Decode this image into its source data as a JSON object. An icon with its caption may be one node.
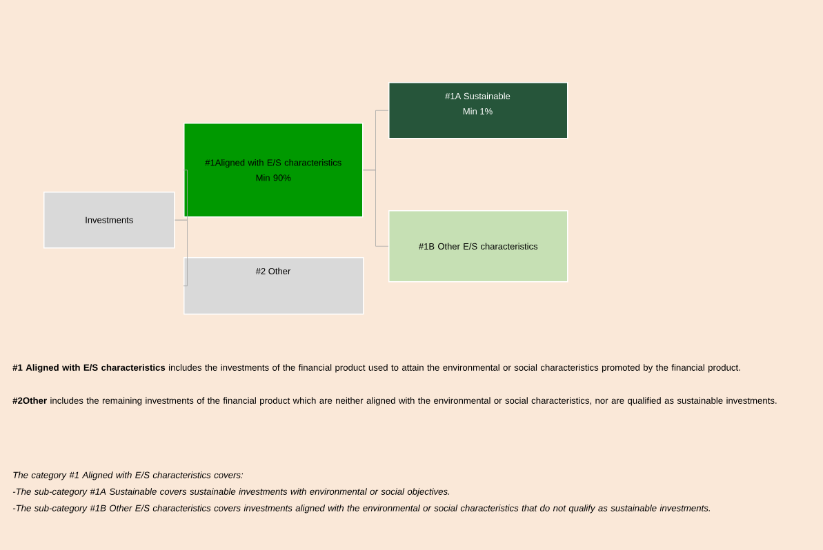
{
  "diagram": {
    "nodes": [
      {
        "text": [
          "Investments"
        ]
      },
      {
        "text": [
          "#1Aligned with E/S characteristics",
          "Min 90%"
        ]
      },
      {
        "text": [
          "#2 Other"
        ]
      },
      {
        "text": [
          "#1A Sustainable",
          "Min 1%"
        ]
      },
      {
        "text": [
          "#1B Other E/S characteristics"
        ]
      }
    ],
    "edges": [
      {
        "from": 0,
        "to": 1,
        "arrow": "none"
      },
      {
        "from": 0,
        "to": 2,
        "arrow": "none"
      },
      {
        "from": 1,
        "to": 3,
        "arrow": "none"
      },
      {
        "from": 1,
        "to": 4,
        "arrow": "none"
      }
    ],
    "labels": [
      "**#1 Aligned with E/S characteristics** includes the investments of the financial product used to attain the environmental or social characteristics promoted by the financial product.",
      "**#2Other** includes the remaining investments of the financial product which are neither aligned with the environmental or social characteristics, nor are qualified as sustainable investments.",
      "The category #1 Aligned with E/S characteristics covers:",
      "-The sub-category #1A Sustainable covers sustainable investments with environmental or social objectives.",
      "-The sub-category #1B Other E/S characteristics covers investments aligned with the environmental or social characteristics that do not qualify as sustainable investments."
    ]
  }
}
